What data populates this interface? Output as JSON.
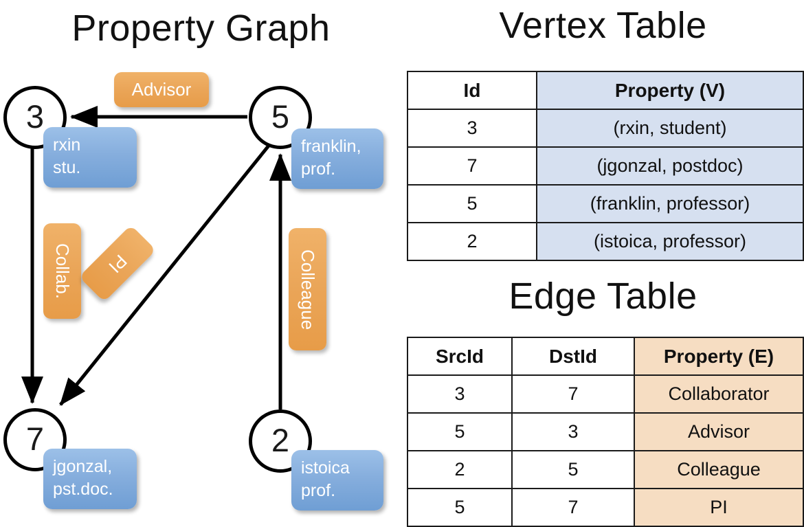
{
  "graph": {
    "title": "Property Graph",
    "nodes": [
      {
        "id": "3",
        "prop_lines": [
          "rxin",
          "stu."
        ]
      },
      {
        "id": "5",
        "prop_lines": [
          "franklin,",
          "prof."
        ]
      },
      {
        "id": "7",
        "prop_lines": [
          "jgonzal,",
          "pst.doc."
        ]
      },
      {
        "id": "2",
        "prop_lines": [
          "istoica",
          "prof."
        ]
      }
    ],
    "edge_labels": [
      {
        "key": "advisor",
        "text": "Advisor"
      },
      {
        "key": "collab",
        "text": "Collab."
      },
      {
        "key": "pi",
        "text": "PI"
      },
      {
        "key": "colleague",
        "text": "Colleague"
      }
    ],
    "colors": {
      "node_stroke": "#000000",
      "node_fill": "#ffffff",
      "property_box": "#86aedd",
      "edge_label": "#eaa558",
      "arrow": "#000000"
    }
  },
  "vertex_table": {
    "title": "Vertex Table",
    "headers": [
      "Id",
      "Property (V)"
    ],
    "rows": [
      [
        "3",
        "(rxin, student)"
      ],
      [
        "7",
        "(jgonzal, postdoc)"
      ],
      [
        "5",
        "(franklin, professor)"
      ],
      [
        "2",
        "(istoica, professor)"
      ]
    ],
    "shade_color": "#d6e0f0"
  },
  "edge_table": {
    "title": "Edge Table",
    "headers": [
      "SrcId",
      "DstId",
      "Property (E)"
    ],
    "rows": [
      [
        "3",
        "7",
        "Collaborator"
      ],
      [
        "5",
        "3",
        "Advisor"
      ],
      [
        "2",
        "5",
        "Colleague"
      ],
      [
        "5",
        "7",
        "PI"
      ]
    ],
    "shade_color": "#f6ddc2"
  }
}
